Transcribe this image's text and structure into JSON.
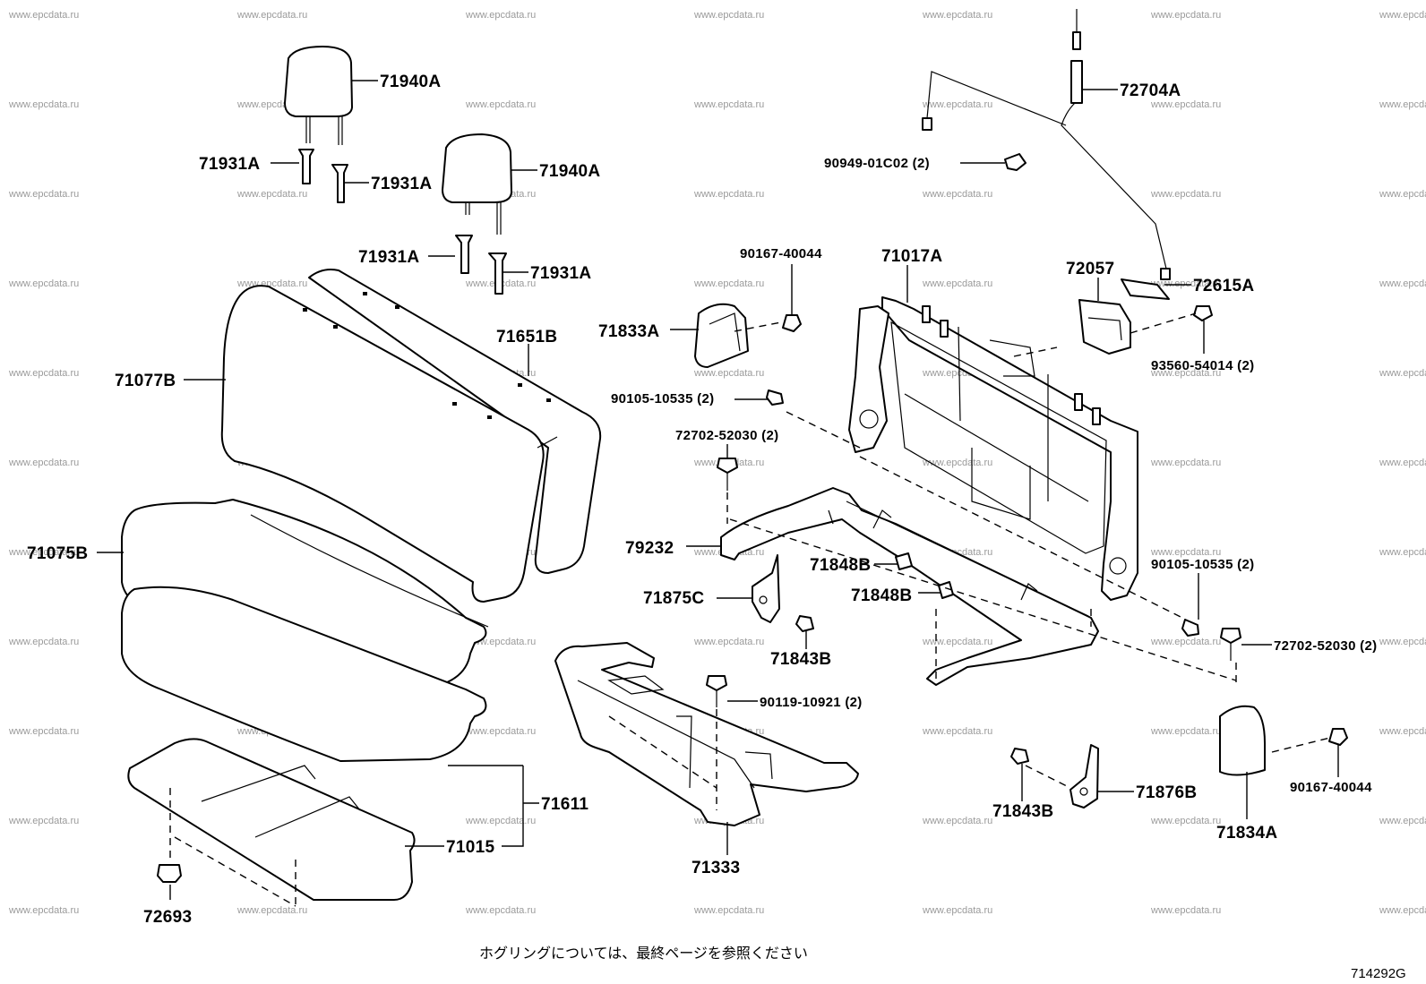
{
  "diagram": {
    "labels": {
      "p71940A_1": "71940A",
      "p71940A_2": "71940A",
      "p71931A_1": "71931A",
      "p71931A_2": "71931A",
      "p71931A_3": "71931A",
      "p71931A_4": "71931A",
      "p71077B": "71077B",
      "p71651B": "71651B",
      "p71075B": "71075B",
      "p71611": "71611",
      "p71015": "71015",
      "p72693": "72693",
      "p72704A": "72704A",
      "p90949": "90949-01C02 (2)",
      "p90167_1": "90167-40044",
      "p71017A": "71017A",
      "p72057": "72057",
      "p72615A": "72615A",
      "p71833A": "71833A",
      "p93560": "93560-54014 (2)",
      "p90105_1": "90105-10535 (2)",
      "p72702_1": "72702-52030 (2)",
      "p79232": "79232",
      "p71848B_1": "71848B",
      "p71848B_2": "71848B",
      "p71875C": "71875C",
      "p71843B_1": "71843B",
      "p90105_2": "90105-10535 (2)",
      "p72702_2": "72702-52030 (2)",
      "p90119": "90119-10921 (2)",
      "p71333": "71333",
      "p71843B_2": "71843B",
      "p71876B": "71876B",
      "p71834A": "71834A",
      "p90167_2": "90167-40044"
    },
    "footnote": "ホグリングについては、最終ページを参照ください",
    "code": "714292G",
    "watermark": "www.epcdata.ru"
  }
}
